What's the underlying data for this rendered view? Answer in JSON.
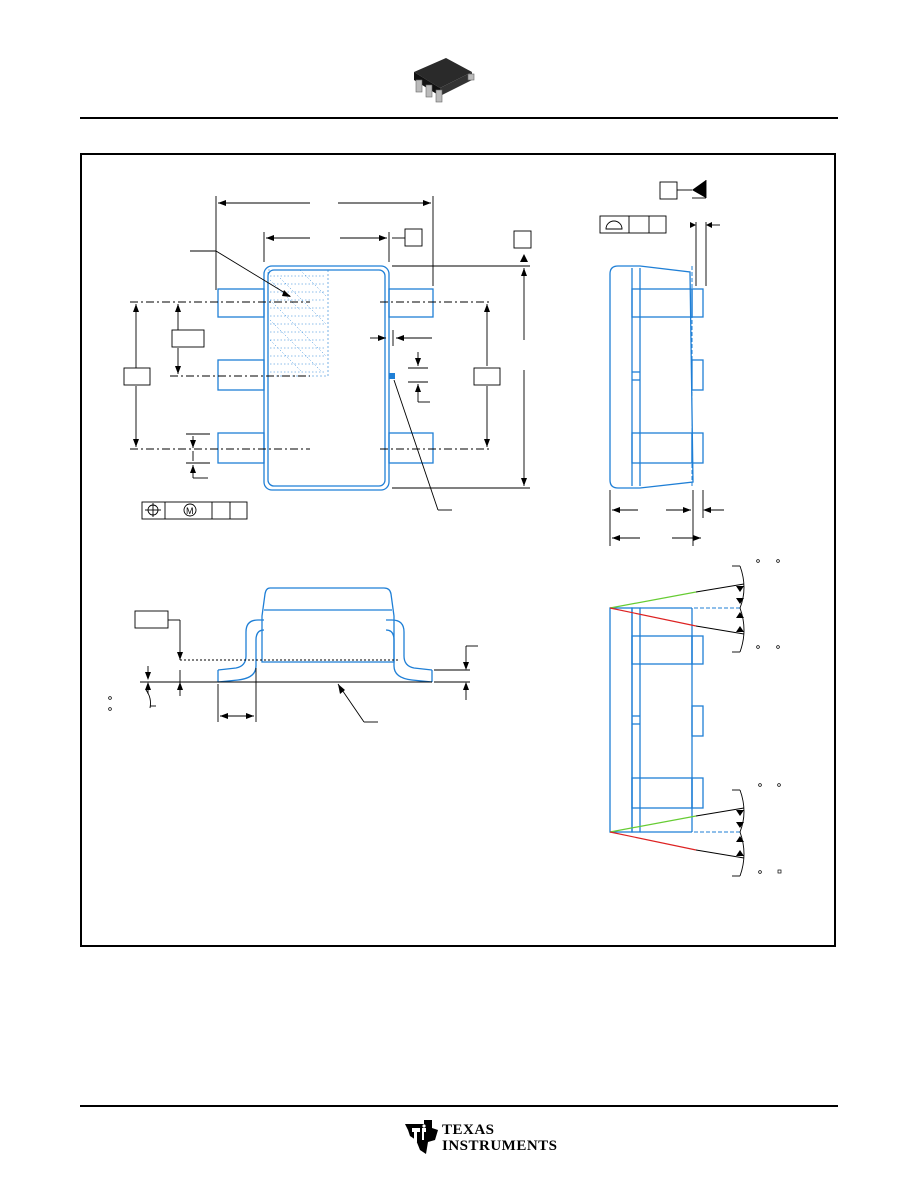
{
  "header": {
    "package_icon": "sot23-6-package-icon"
  },
  "drawing": {
    "flatness_symbol": "flatness-icon",
    "position_symbol": "position-icon",
    "mmc_symbol": "M",
    "colors": {
      "outline": "#1f7fd6",
      "angle_upper": "#66cc33",
      "angle_lower": "#dd2222",
      "line": "#000000"
    }
  },
  "footer": {
    "logo_icon": "ti-logo-icon",
    "brand_line1": "TEXAS",
    "brand_line2": "INSTRUMENTS"
  }
}
